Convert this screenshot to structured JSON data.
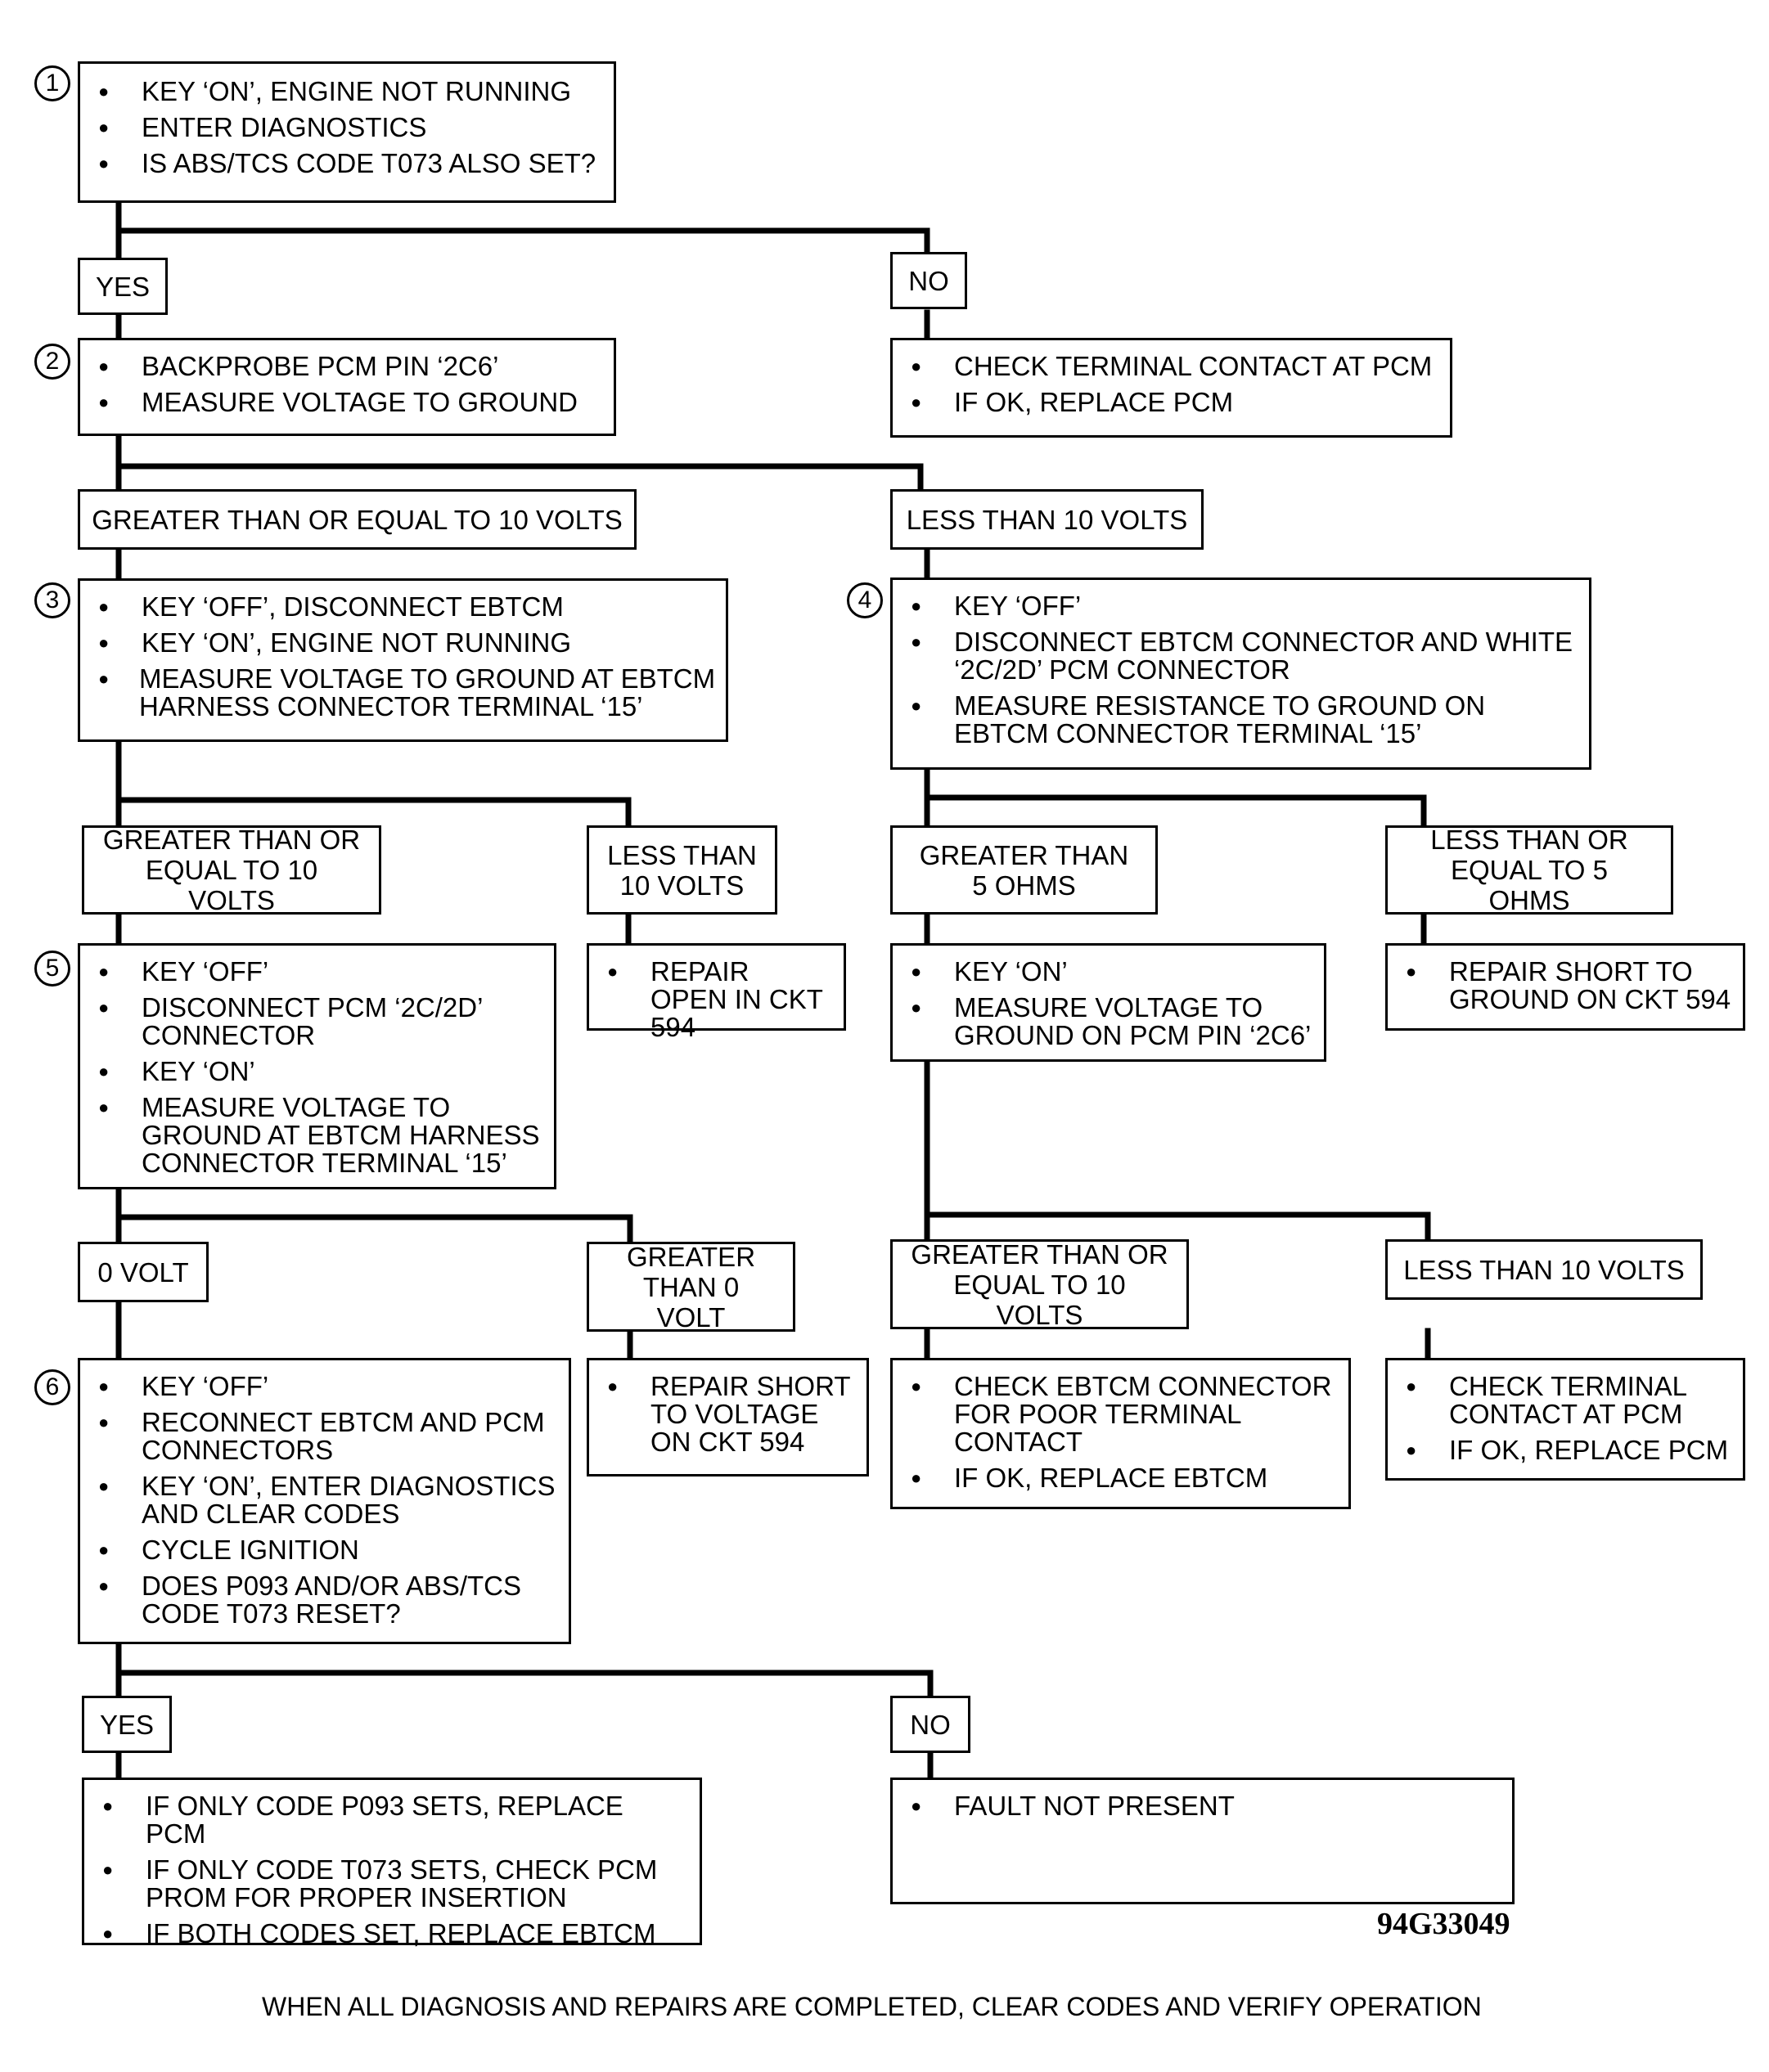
{
  "steps": [
    "1",
    "2",
    "3",
    "4",
    "5",
    "6"
  ],
  "step1": [
    "KEY ‘ON’, ENGINE NOT RUNNING",
    "ENTER DIAGNOSTICS",
    "IS ABS/TCS CODE T073 ALSO SET?"
  ],
  "yes1": "YES",
  "no1": "NO",
  "step2": [
    "BACKPROBE PCM PIN ‘2C6’",
    "MEASURE VOLTAGE TO GROUND"
  ],
  "no1_action": [
    "CHECK TERMINAL CONTACT AT PCM",
    "IF OK, REPLACE PCM"
  ],
  "gte10v_a": "GREATER THAN OR EQUAL TO 10 VOLTS",
  "lt10v_a": "LESS THAN 10 VOLTS",
  "step3": [
    "KEY ‘OFF’, DISCONNECT EBTCM",
    "KEY ‘ON’, ENGINE NOT RUNNING",
    "MEASURE VOLTAGE TO GROUND AT EBTCM HARNESS CONNECTOR TERMINAL ‘15’"
  ],
  "step4": [
    "KEY ‘OFF’",
    "DISCONNECT EBTCM CONNECTOR AND WHITE ‘2C/2D’ PCM CONNECTOR",
    "MEASURE RESISTANCE TO GROUND ON EBTCM CONNECTOR TERMINAL ‘15’"
  ],
  "gte10v_b": "GREATER THAN OR EQUAL TO 10 VOLTS",
  "lt10v_b": "LESS THAN 10 VOLTS",
  "gt5ohm": "GREATER THAN 5 OHMS",
  "lte5ohm": "LESS THAN OR EQUAL TO 5 OHMS",
  "repair_open": [
    "REPAIR OPEN IN CKT 594"
  ],
  "step5": [
    "KEY ‘OFF’",
    "DISCONNECT PCM ‘2C/2D’ CONNECTOR",
    "KEY ‘ON’",
    "MEASURE VOLTAGE TO GROUND AT EBTCM HARNESS CONNECTOR TERMINAL ‘15’"
  ],
  "measure_2c6": [
    "KEY ‘ON’",
    "MEASURE VOLTAGE TO GROUND ON PCM PIN ‘2C6’"
  ],
  "repair_short_gnd": [
    "REPAIR SHORT TO GROUND ON CKT 594"
  ],
  "zero_volt": "0 VOLT",
  "gt0volt": "GREATER THAN 0 VOLT",
  "gte10v_c": "GREATER THAN OR EQUAL TO 10 VOLTS",
  "lt10v_c": "LESS THAN 10 VOLTS",
  "step6": [
    "KEY ‘OFF’",
    "RECONNECT EBTCM AND PCM CONNECTORS",
    "KEY ‘ON’, ENTER DIAGNOSTICS AND CLEAR CODES",
    "CYCLE IGNITION",
    "DOES P093 AND/OR ABS/TCS CODE T073 RESET?"
  ],
  "repair_short_volt": [
    "REPAIR  SHORT TO VOLTAGE ON CKT 594"
  ],
  "check_ebtcm": [
    "CHECK EBTCM CONNECTOR FOR POOR TERMINAL CONTACT",
    "IF OK, REPLACE EBTCM"
  ],
  "check_terminal_b": [
    "CHECK TERMINAL CONTACT AT PCM",
    "IF OK, REPLACE PCM"
  ],
  "yes2": "YES",
  "no2": "NO",
  "final_yes": [
    "IF ONLY CODE P093 SETS, REPLACE PCM",
    "IF ONLY CODE T073 SETS, CHECK PCM PROM FOR PROPER INSERTION",
    "IF BOTH CODES SET, REPLACE EBTCM"
  ],
  "final_no": [
    "FAULT NOT PRESENT"
  ],
  "figure_id": "94G33049",
  "footer": "WHEN ALL DIAGNOSIS AND REPAIRS ARE COMPLETED, CLEAR CODES AND VERIFY OPERATION"
}
